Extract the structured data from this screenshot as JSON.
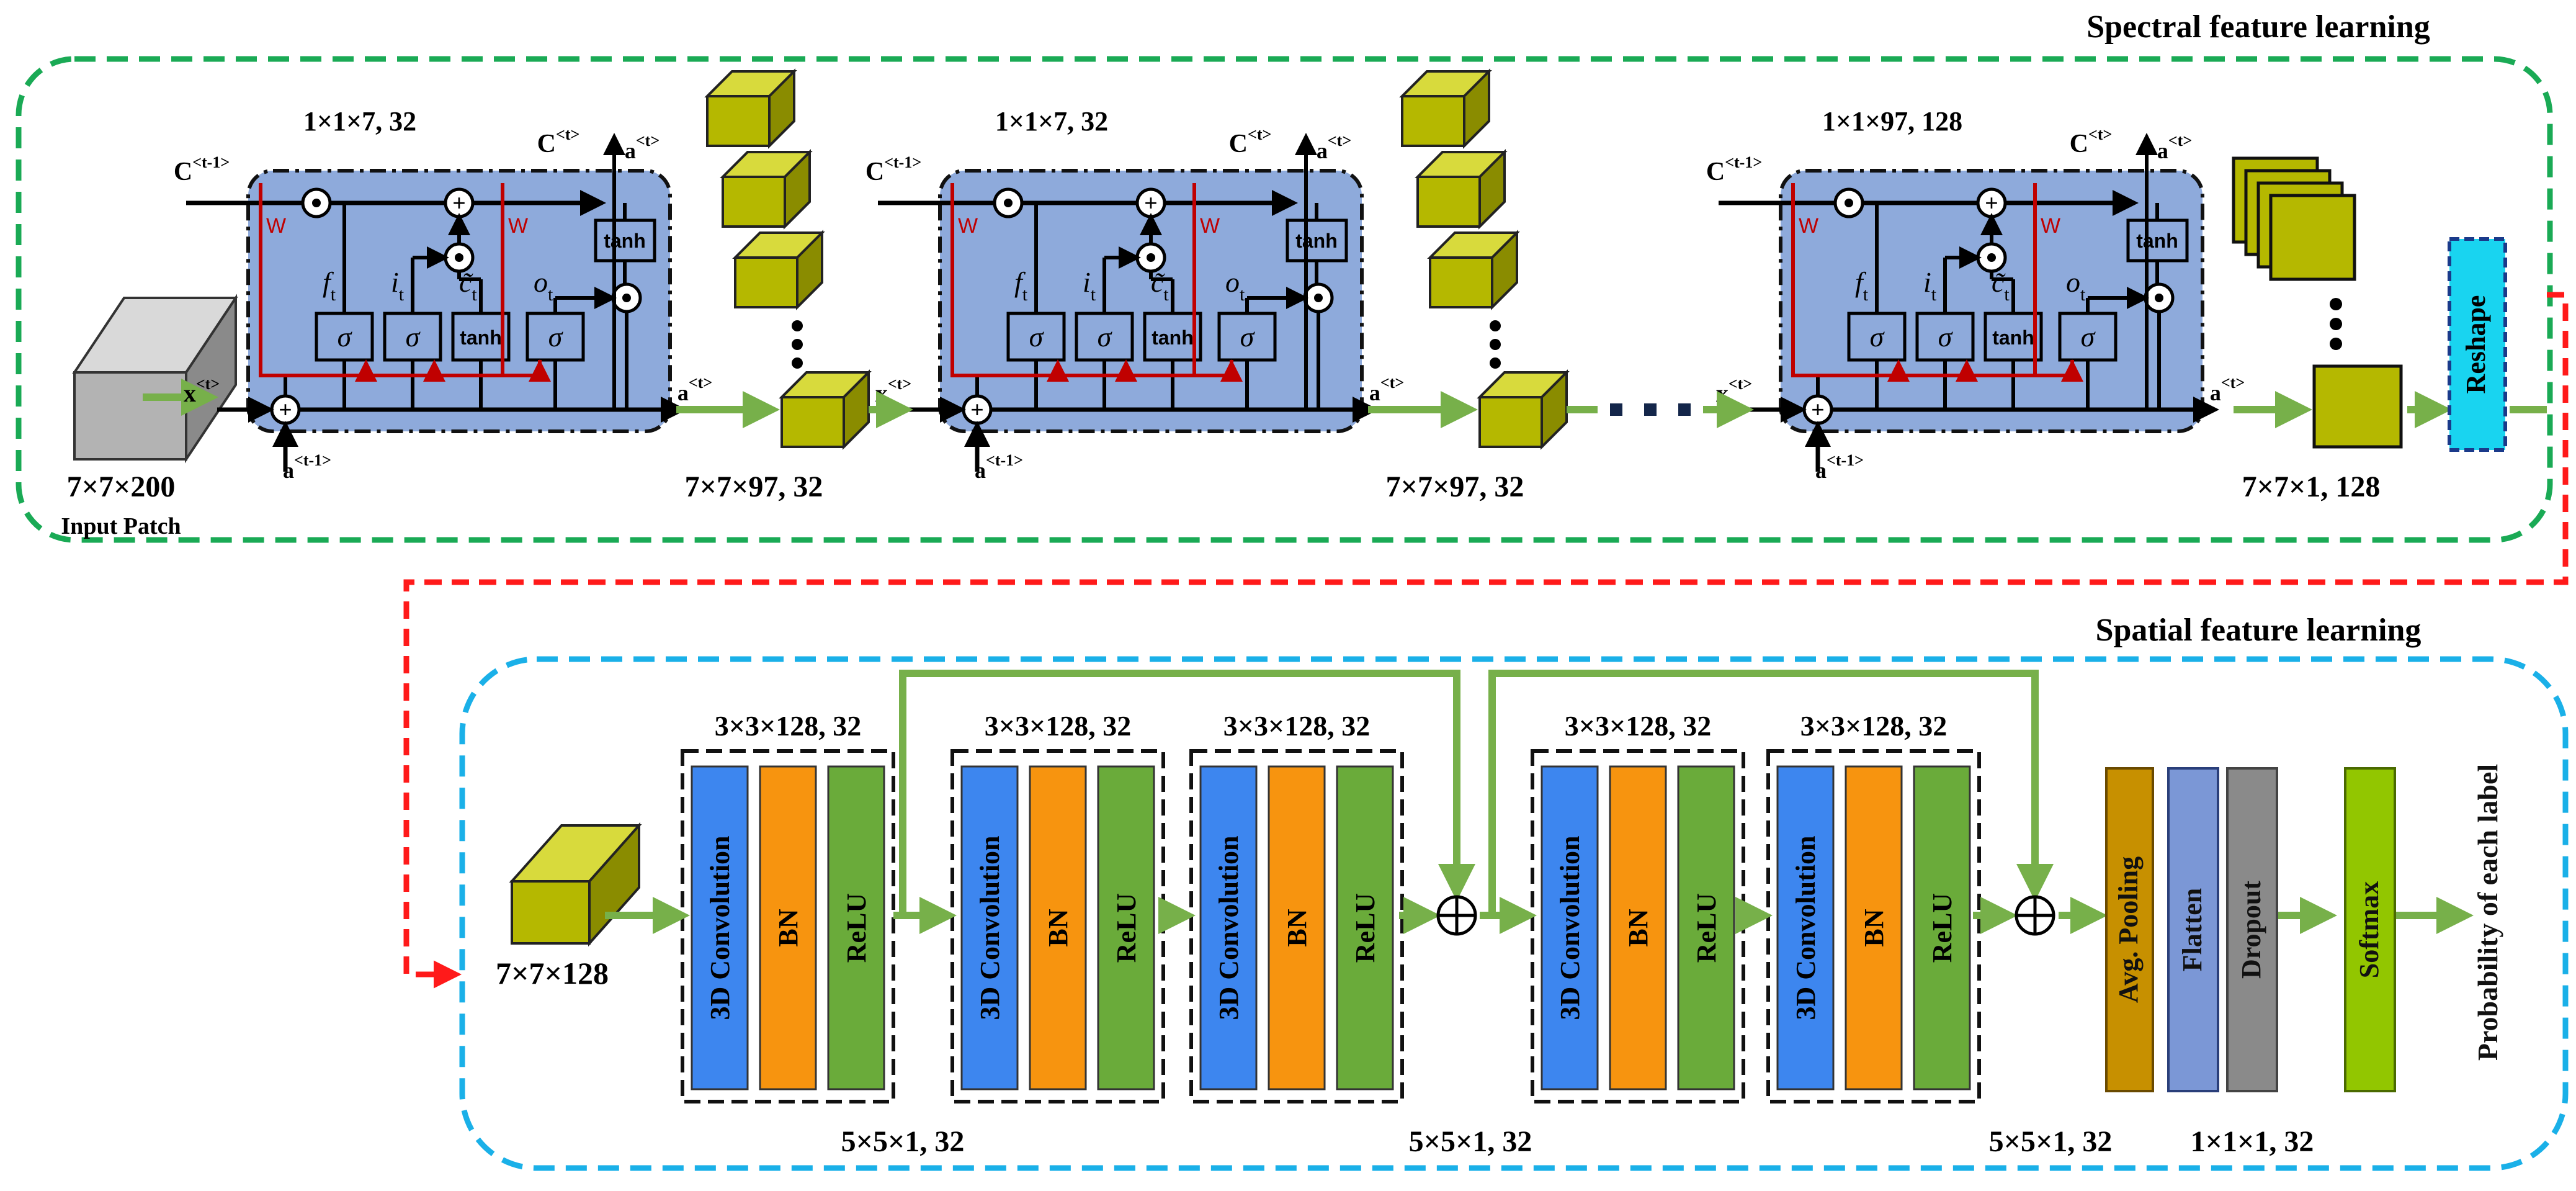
{
  "spectral": {
    "title": "Spectral feature learning",
    "input_dim": "7×7×200",
    "input_label": "Input Patch",
    "cells": [
      {
        "top_label": "1×1×7, 32",
        "out_label": "7×7×97, 32"
      },
      {
        "top_label": "1×1×7, 32",
        "out_label": "7×7×97, 32"
      },
      {
        "top_label": "1×1×97, 128",
        "out_label": "7×7×1, 128"
      }
    ],
    "gates": {
      "sigma": "σ",
      "tanh": "tanh",
      "w": "W"
    },
    "io": {
      "c_prev": "C",
      "c_prev_sup": "<t-1>",
      "c_next": "C",
      "c_next_sup": "<t>",
      "a_prev": "a",
      "a_prev_sup": "<t-1>",
      "a_next": "a",
      "a_next_sup": "<t>",
      "x": "x",
      "x_sup": "<t>"
    },
    "gate_labels": {
      "f": "f",
      "i": "i",
      "c": "c̃",
      "o": "o",
      "sub": "t"
    },
    "reshape": "Reshape"
  },
  "spatial": {
    "title": "Spatial feature learning",
    "input_dim": "7×7×128",
    "blocks": [
      {
        "top_label": "3×3×128, 32"
      },
      {
        "top_label": "3×3×128, 32"
      },
      {
        "top_label": "3×3×128, 32"
      },
      {
        "top_label": "3×3×128, 32"
      },
      {
        "top_label": "3×3×128, 32"
      }
    ],
    "layers": {
      "conv": "3D Convolution",
      "bn": "BN",
      "relu": "ReLU"
    },
    "bottom_labels": [
      "5×5×1, 32",
      "5×5×1, 32",
      "5×5×1, 32",
      "1×1×1, 32"
    ],
    "head": {
      "pool": "Avg. Pooling",
      "flatten": "Flatten",
      "dropout": "Dropout",
      "softmax": "Softmax"
    },
    "output": "Probability of each label",
    "plus": "⊕"
  },
  "colors": {
    "green_dash": "#1aaa55",
    "blue_dash": "#1ab0e8",
    "red_dash": "#ff1a1a",
    "arrow": "#77b04a",
    "cell_fill": "#8eaadb",
    "cube": "#b5b800",
    "conv": "#3d86ef",
    "bn": "#f7940f",
    "relu": "#6aab3a",
    "pool": "#c79000",
    "flatten": "#7b97d6",
    "dropout": "#8a8a8a",
    "softmax": "#92c600",
    "reshape": "#19d4f0"
  }
}
